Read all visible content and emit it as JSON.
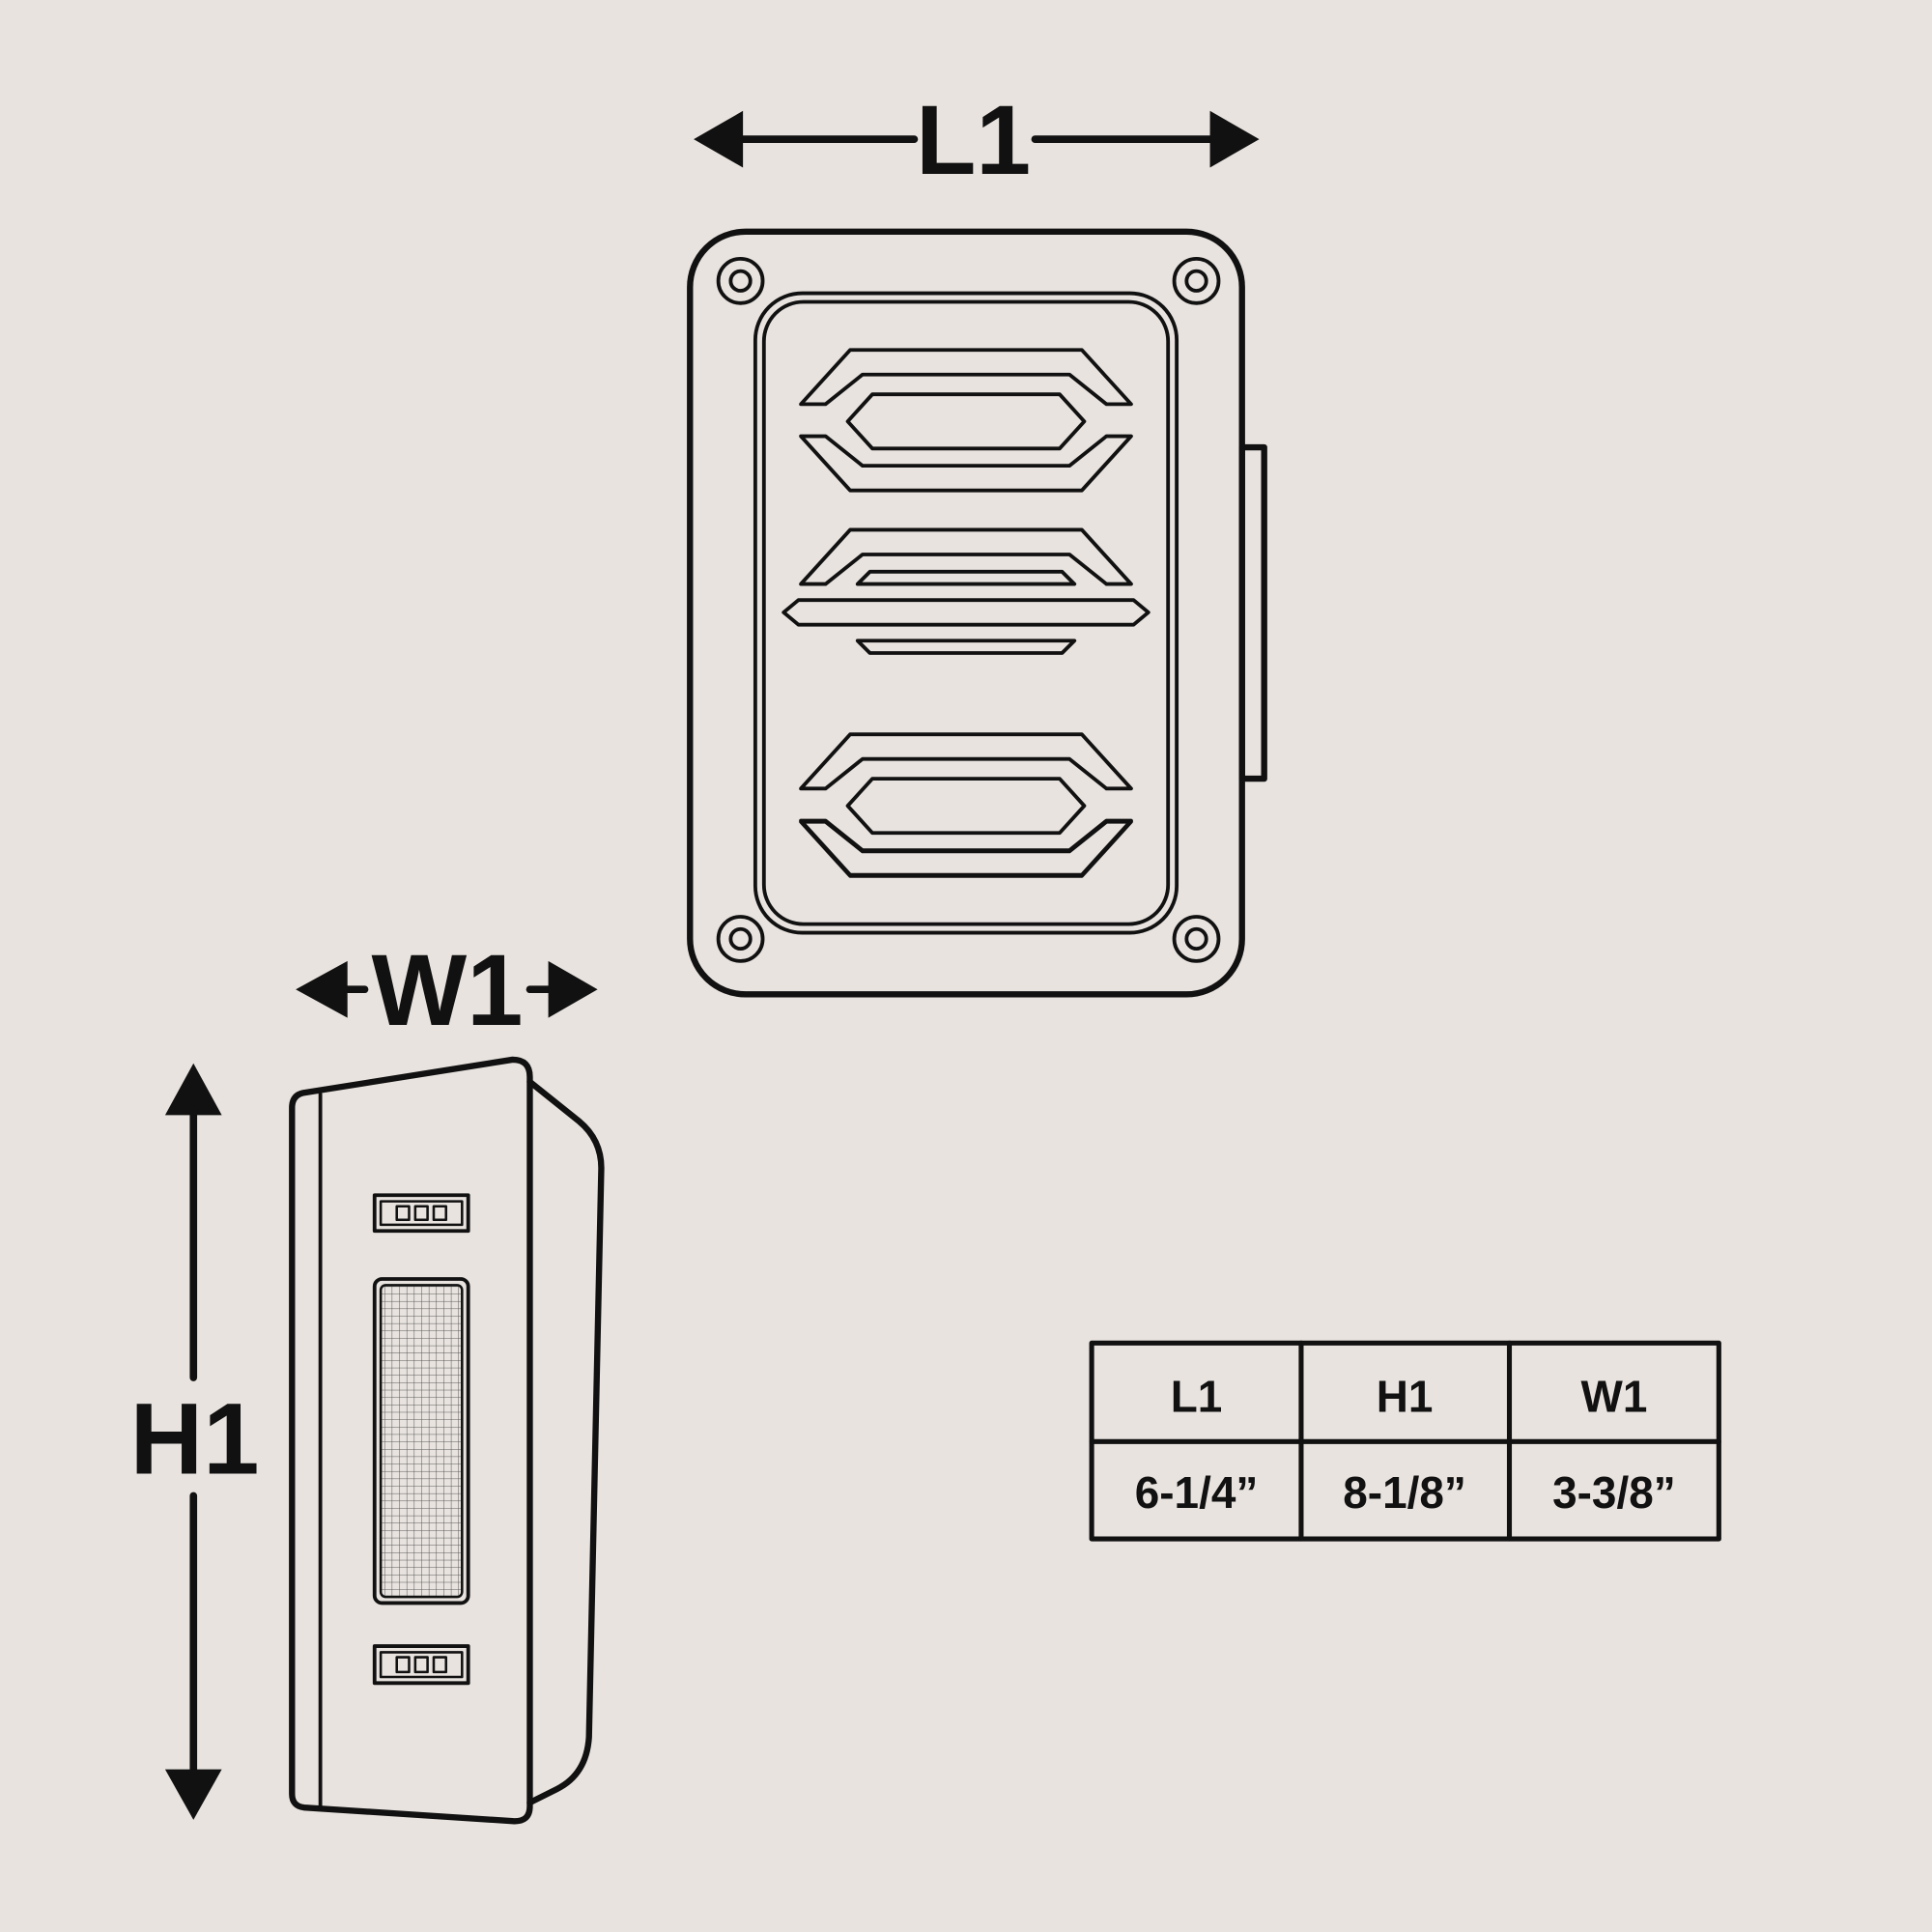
{
  "labels": {
    "length": "L1",
    "width": "W1",
    "height": "H1"
  },
  "table": {
    "headers": [
      "L1",
      "H1",
      "W1"
    ],
    "values": [
      "6-1/4”",
      "8-1/8”",
      "3-3/8”"
    ]
  },
  "colors": {
    "background": "#e8e3df",
    "line": "#111111"
  }
}
